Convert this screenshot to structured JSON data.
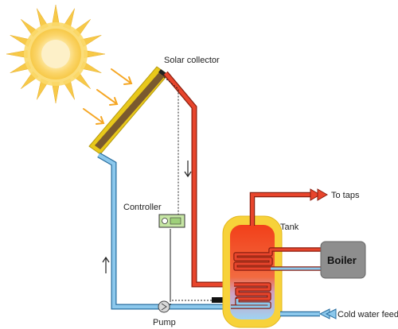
{
  "labels": {
    "solar_collector": "Solar collector",
    "controller": "Controller",
    "tank": "Tank",
    "boiler": "Boiler",
    "to_taps": "To taps",
    "cold_water_feed": "Cold water feed",
    "pump": "Pump"
  },
  "colors": {
    "hot_pipe": "#e8452c",
    "cold_pipe": "#8cc8ec",
    "tank_insulation": "#f7d23a",
    "tank_hot": "#f24a1a",
    "tank_cold": "#9fd3f2",
    "boiler_fill": "#8e8e8e",
    "collector_frame": "#e8c81a",
    "sun": "#f7c948",
    "arrow": "#f5a623"
  }
}
